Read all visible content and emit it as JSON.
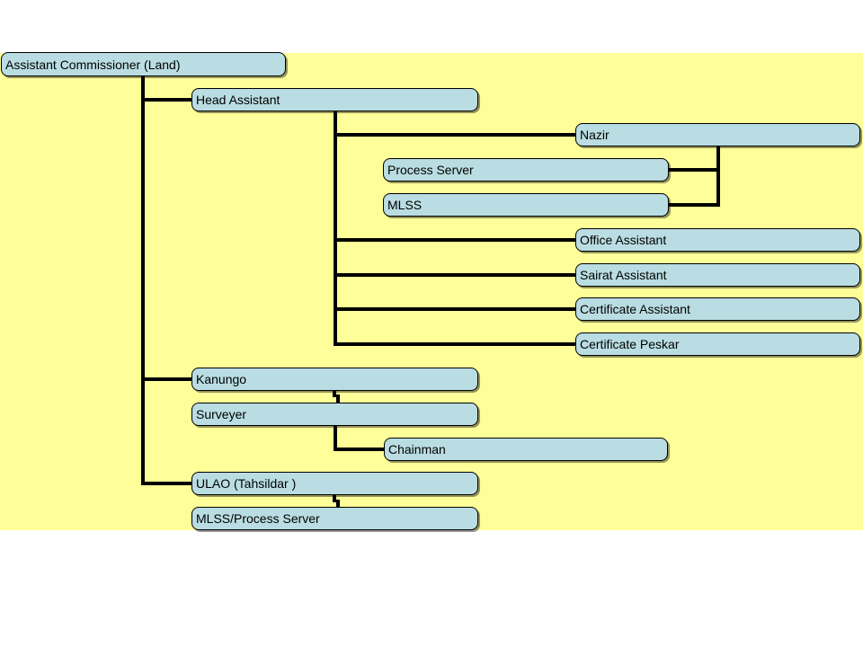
{
  "diagram": {
    "type": "org-chart",
    "colors": {
      "slide_background": "#FFFF99",
      "page_background": "#FFFFFF",
      "node_fill": "#B9DDE2",
      "node_border": "#000000",
      "connector": "#000000"
    },
    "nodes": [
      {
        "label": "Assistant Commissioner (Land)",
        "reports_to": null
      },
      {
        "label": "Head Assistant",
        "reports_to": "Assistant Commissioner (Land)"
      },
      {
        "label": "Nazir",
        "reports_to": "Head Assistant"
      },
      {
        "label": "Process Server",
        "reports_to": "Nazir"
      },
      {
        "label": "MLSS",
        "reports_to": "Nazir"
      },
      {
        "label": "Office Assistant",
        "reports_to": "Head Assistant"
      },
      {
        "label": "Sairat Assistant",
        "reports_to": "Head Assistant"
      },
      {
        "label": "Certificate Assistant",
        "reports_to": "Head Assistant"
      },
      {
        "label": "Certificate Peskar",
        "reports_to": "Head Assistant"
      },
      {
        "label": "Kanungo",
        "reports_to": "Assistant Commissioner (Land)"
      },
      {
        "label": "Surveyer",
        "reports_to": "Kanungo"
      },
      {
        "label": "Chainman",
        "reports_to": "Surveyer"
      },
      {
        "label": "ULAO (Tahsildar )",
        "reports_to": "Assistant Commissioner (Land)"
      },
      {
        "label": "MLSS/Process Server",
        "reports_to": "ULAO (Tahsildar )"
      }
    ]
  }
}
